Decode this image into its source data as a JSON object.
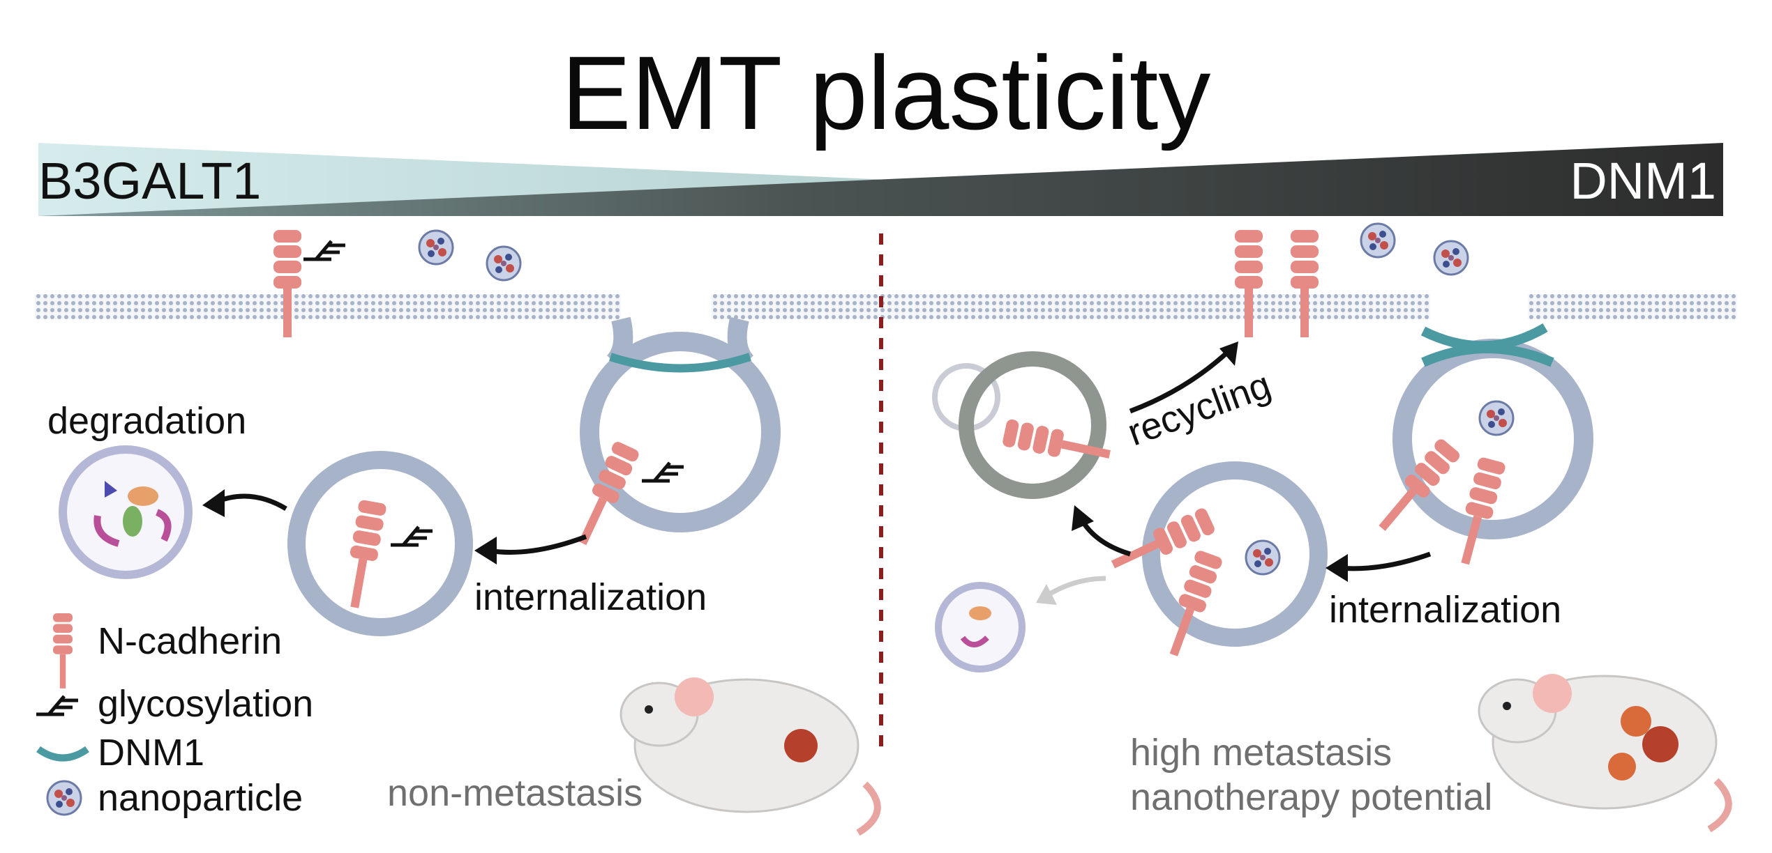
{
  "title": "EMT plasticity",
  "gradient": {
    "left_gene": "B3GALT1",
    "right_gene": "DNM1",
    "left_color": "#d7ecec",
    "mid_color": "#7e9b9b",
    "right_color": "#2f2f2f"
  },
  "left_panel": {
    "step_internalization": "internalization",
    "step_degradation": "degradation",
    "outcome": "non-metastasis"
  },
  "right_panel": {
    "step_recycling": "recycling",
    "step_internalization": "internalization",
    "outcome_line1": "high metastasis",
    "outcome_line2": "nanotherapy potential"
  },
  "legend": {
    "items": [
      {
        "icon": "n-cadherin-icon",
        "label": "N-cadherin"
      },
      {
        "icon": "glycosylation-icon",
        "label": "glycosylation"
      },
      {
        "icon": "dnm1-icon",
        "label": "DNM1"
      },
      {
        "icon": "nanoparticle-icon",
        "label": "nanoparticle"
      }
    ]
  },
  "colors": {
    "n_cadherin": "#e58a84",
    "dnm1": "#4b9aa2",
    "membrane": "#9eacc4",
    "divider": "#8b1f1f",
    "mouse_body": "#ecebea",
    "tumor": "#b5412c"
  }
}
